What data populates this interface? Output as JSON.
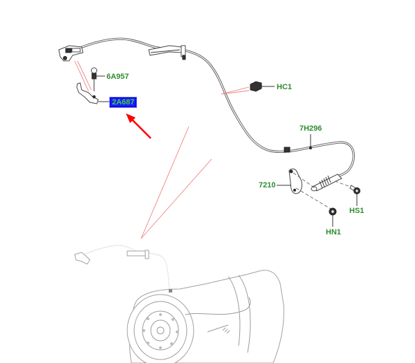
{
  "diagram": {
    "title": "Transmission selector cable assembly",
    "callouts": [
      {
        "id": "6A957",
        "label": "6A957",
        "selected": false
      },
      {
        "id": "2A687",
        "label": "2A687",
        "selected": true
      },
      {
        "id": "HC1",
        "label": "HC1",
        "selected": false
      },
      {
        "id": "7H296",
        "label": "7H296",
        "selected": false
      },
      {
        "id": "7210",
        "label": "7210",
        "selected": false
      },
      {
        "id": "HS1",
        "label": "HS1",
        "selected": false
      },
      {
        "id": "HN1",
        "label": "HN1",
        "selected": false
      }
    ],
    "highlight": {
      "callout": "2A687",
      "pointer_color": "#ff0000",
      "box_color": "#1a1aff"
    },
    "colors": {
      "label_text": "#2e8b2e",
      "reference_lines": "#f08080",
      "line_art": "#444444"
    }
  }
}
